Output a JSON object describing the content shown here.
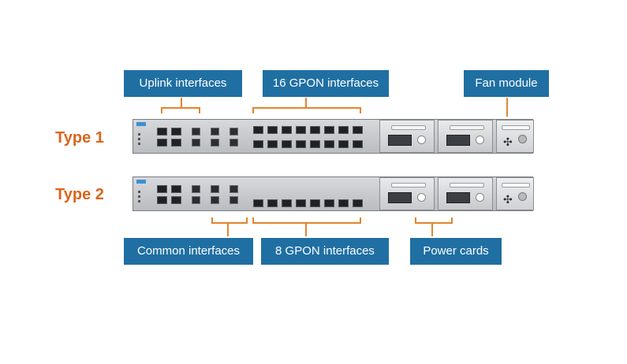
{
  "callouts": {
    "uplink": "Uplink interfaces",
    "gpon16": "16 GPON interfaces",
    "fan": "Fan module",
    "common": "Common  interfaces",
    "gpon8": "8 GPON interfaces",
    "power": "Power cards"
  },
  "types": {
    "type1": "Type 1",
    "type2": "Type 2"
  },
  "colors": {
    "callout_bg": "#1f6fa3",
    "type_label": "#d9661f",
    "bracket": "#e0862f"
  },
  "icons": [
    "fan-icon"
  ]
}
